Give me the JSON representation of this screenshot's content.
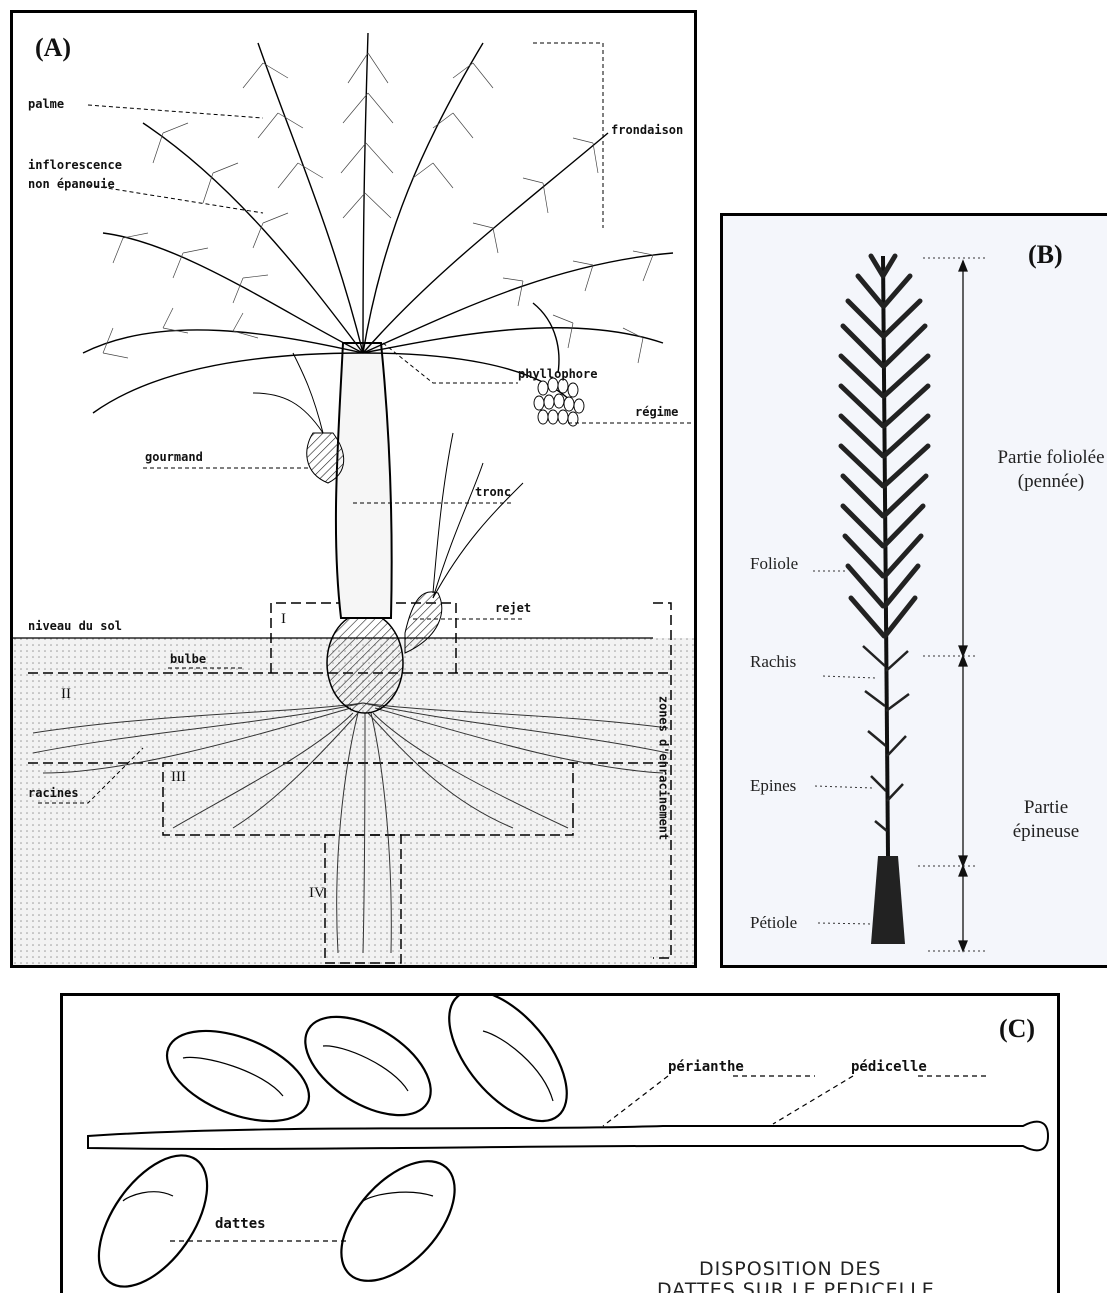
{
  "panel_a": {
    "letter": "(A)",
    "labels": {
      "palme": "palme",
      "inflorescence_1": "inflorescence",
      "inflorescence_2": "non épanouie",
      "frondaison": "frondaison",
      "phyllophore": "phyllophore",
      "regime": "régime",
      "gourmand": "gourmand",
      "tronc": "tronc",
      "niveau_du_sol": "niveau du sol",
      "rejet": "rejet",
      "bulbe": "bulbe",
      "zones": "zones d'enracinement",
      "racines": "racines",
      "zone_1": "I",
      "zone_2": "II",
      "zone_3": "III",
      "zone_4": "IV"
    }
  },
  "panel_b": {
    "letter": "(B)",
    "labels": {
      "foliole": "Foliole",
      "rachis": "Rachis",
      "epines": "Epines",
      "petiole": "Pétiole",
      "partie_foliolee_1": "Partie foliolée",
      "partie_foliolee_2": "(pennée)",
      "partie_epineuse_1": "Partie",
      "partie_epineuse_2": "épineuse"
    }
  },
  "panel_c": {
    "letter": "(C)",
    "labels": {
      "perianthe": "périanthe",
      "pedicelle": "pédicelle",
      "dattes": "dattes"
    },
    "caption_1": "DISPOSITION DES",
    "caption_2": "DATTES SUR LE PEDICELLE"
  }
}
